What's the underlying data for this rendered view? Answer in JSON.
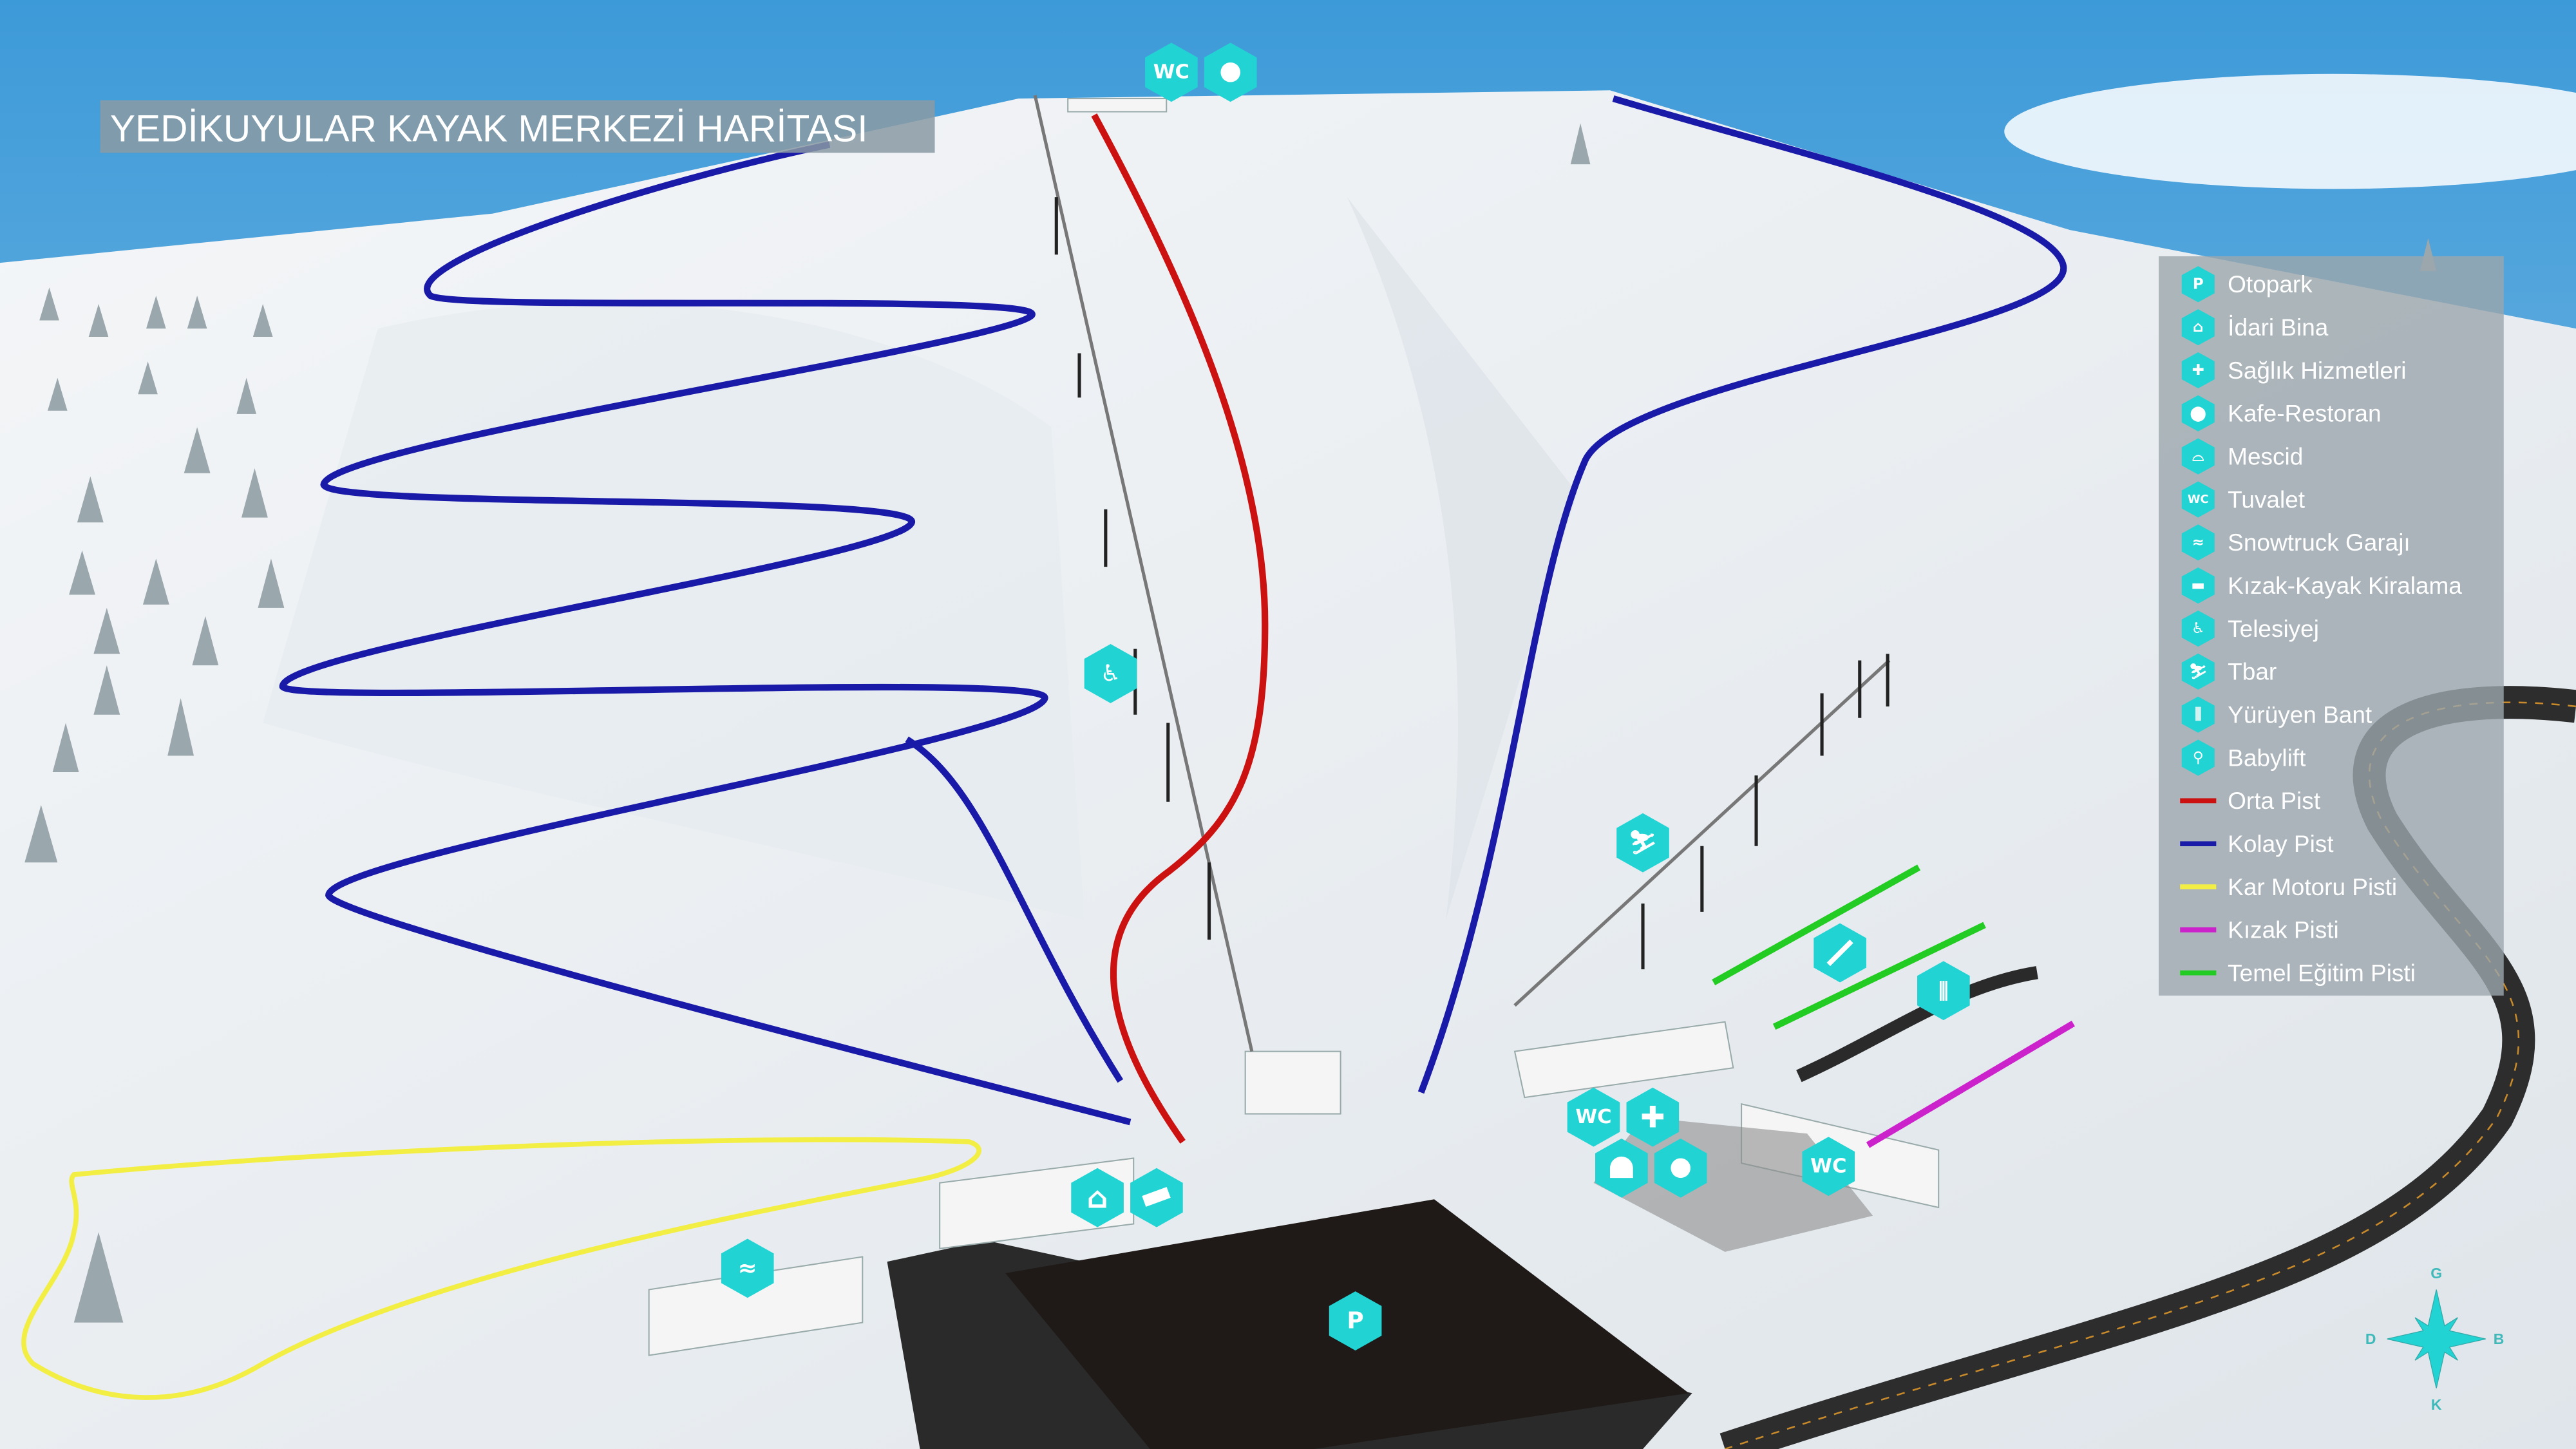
{
  "title": "YEDİKUYULAR KAYAK MERKEZİ HARİTASI",
  "colors": {
    "icon": "#22d3d3",
    "orta_pist": "#cc1111",
    "kolay_pist": "#1a1aa8",
    "kar_motoru": "#f2ee44",
    "kizak_pisti": "#cc22cc",
    "temel_egitim": "#22cc22"
  },
  "legend": {
    "items": [
      {
        "icon": "parking-icon",
        "glyph": "P",
        "label": "Otopark"
      },
      {
        "icon": "house-icon",
        "glyph": "⌂",
        "label": "İdari Bina"
      },
      {
        "icon": "medical-cross-icon",
        "glyph": "✚",
        "label": "Sağlık Hizmetleri"
      },
      {
        "icon": "restaurant-icon",
        "glyph": "⬤",
        "label": "Kafe-Restoran"
      },
      {
        "icon": "mosque-icon",
        "glyph": "⌓",
        "label": "Mescid"
      },
      {
        "icon": "wc-icon",
        "glyph": "WC",
        "label": "Tuvalet"
      },
      {
        "icon": "snowtruck-icon",
        "glyph": "≈",
        "label": "Snowtruck Garajı"
      },
      {
        "icon": "rental-icon",
        "glyph": "▬",
        "label": "Kızak-Kayak Kiralama"
      },
      {
        "icon": "chairlift-icon",
        "glyph": "♿",
        "label": "Telesiyej"
      },
      {
        "icon": "tbar-icon",
        "glyph": "⛷",
        "label": "Tbar"
      },
      {
        "icon": "walking-belt-icon",
        "glyph": "⫼",
        "label": "Yürüyen Bant"
      },
      {
        "icon": "babylift-icon",
        "glyph": "⚲",
        "label": "Babylift"
      }
    ],
    "lines": [
      {
        "color": "#cc1111",
        "label": "Orta Pist"
      },
      {
        "color": "#1a1aa8",
        "label": "Kolay Pist"
      },
      {
        "color": "#f2ee44",
        "label": "Kar Motoru Pisti"
      },
      {
        "color": "#cc22cc",
        "label": "Kızak Pisti"
      },
      {
        "color": "#22cc22",
        "label": "Temel Eğitim Pisti"
      }
    ]
  },
  "map_icons": {
    "wc": "WC",
    "parking": "P"
  },
  "compass": {
    "north": "G",
    "south": "K",
    "west": "D",
    "east": "B"
  }
}
